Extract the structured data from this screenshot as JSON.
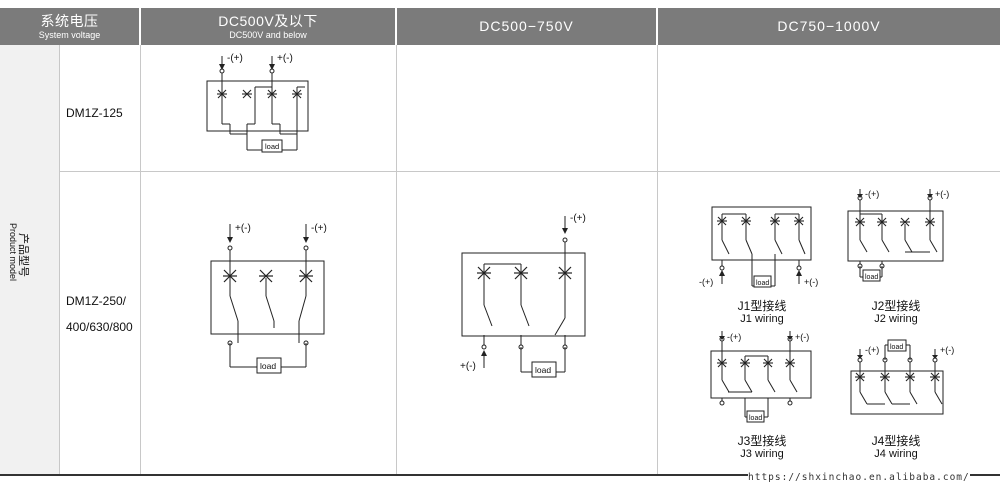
{
  "header": {
    "system_voltage_cn": "系统电压",
    "system_voltage_en": "System voltage",
    "col1_cn": "DC500V及以下",
    "col1_en": "DC500V and below",
    "col2": "DC500−750V",
    "col3": "DC750−1000V"
  },
  "side_label": {
    "cn": "产品型号",
    "en": "Product model"
  },
  "models": {
    "row1": "DM1Z-125",
    "row2_line1": "DM1Z-250/",
    "row2_line2": "400/630/800"
  },
  "terminals": {
    "plus": "+(-)",
    "minus": "-(+)",
    "load": "load"
  },
  "wiring": {
    "j1_cn": "J1型接线",
    "j1_en": "J1 wiring",
    "j2_cn": "J2型接线",
    "j2_en": "J2 wiring",
    "j3_cn": "J3型接线",
    "j3_en": "J3 wiring",
    "j4_cn": "J4型接线",
    "j4_en": "J4 wiring"
  },
  "footer": {
    "url": "https://shxinchao.en.alibaba.com/"
  }
}
